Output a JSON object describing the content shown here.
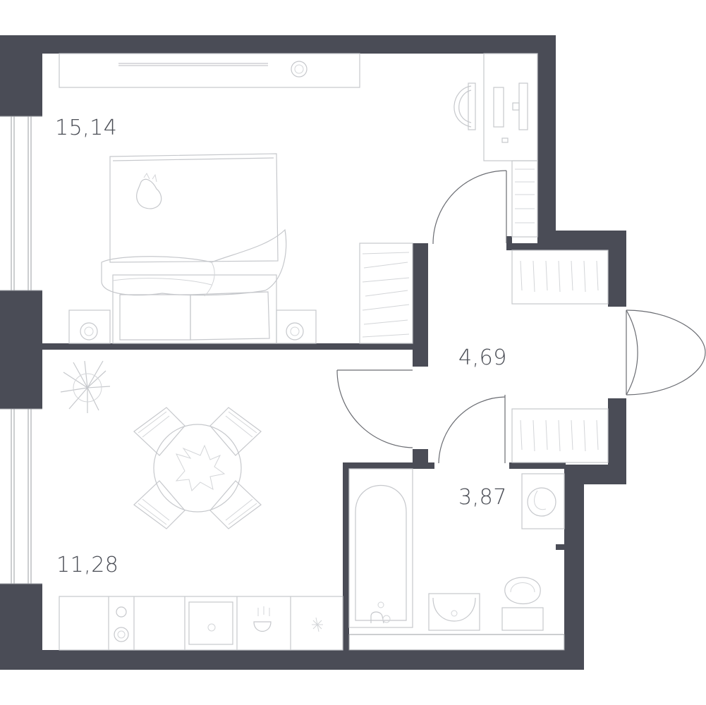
{
  "plan": {
    "wall_color": "#4a4c56",
    "furniture_color": "#c6c8cc",
    "rooms": [
      {
        "id": "bedroom",
        "area": "15,14"
      },
      {
        "id": "hall",
        "area": "4,69"
      },
      {
        "id": "bathroom",
        "area": "3,87"
      },
      {
        "id": "kitchen-living",
        "area": "11,28"
      }
    ]
  }
}
